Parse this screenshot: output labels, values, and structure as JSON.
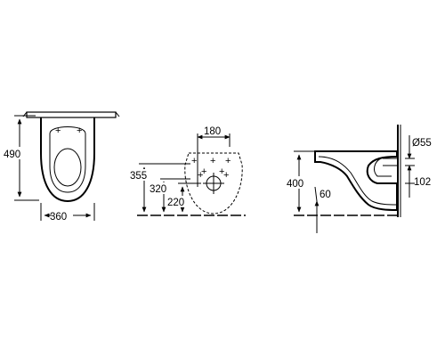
{
  "top_view": {
    "height_dim": "490",
    "width_dim": "360"
  },
  "front_view": {
    "hole_spacing_dim": "180",
    "height_355": "355",
    "height_320": "320",
    "height_220": "220"
  },
  "side_view": {
    "height_dim": "400",
    "outlet_dim": "60",
    "pipe_diameter": "Ø55",
    "pipe_height_dim": "102"
  }
}
